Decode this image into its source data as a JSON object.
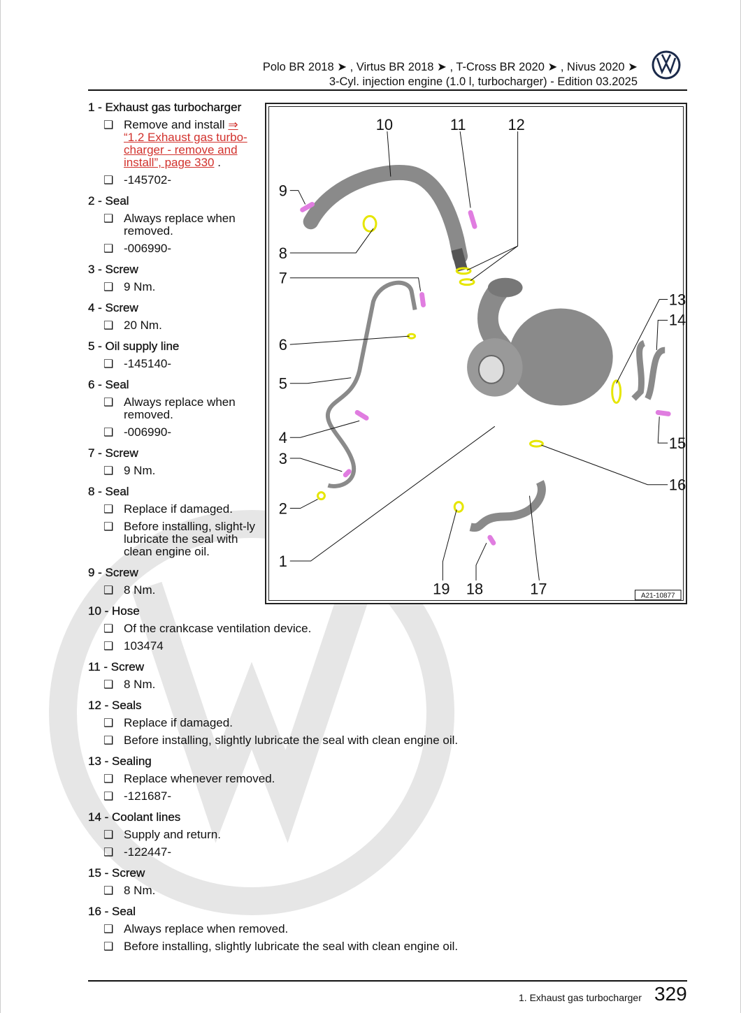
{
  "header": {
    "line1": "Polo BR 2018 ➤ , Virtus BR 2018 ➤ , T-Cross BR 2020 ➤ , Nivus 2020 ➤",
    "line2": "3-Cyl. injection engine (1.0 l, turbocharger) - Edition 03.2025",
    "logo_icon": "vw-logo-icon"
  },
  "items": [
    {
      "title": "1 - Exhaust gas turbocharger",
      "bullets": [
        {
          "text": "Remove and install ",
          "link": "⇒ “1.2 Exhaust gas turbo-charger - remove and install”, page 330",
          "suffix": " ."
        },
        {
          "text": "-145702-"
        }
      ]
    },
    {
      "title": "2 - Seal",
      "bullets": [
        {
          "text": "Always replace when removed."
        },
        {
          "text": "-006990-"
        }
      ]
    },
    {
      "title": "3 - Screw",
      "bullets": [
        {
          "text": "9 Nm."
        }
      ]
    },
    {
      "title": "4 - Screw",
      "bullets": [
        {
          "text": "20 Nm."
        }
      ]
    },
    {
      "title": "5 - Oil supply line",
      "bullets": [
        {
          "text": "-145140-"
        }
      ]
    },
    {
      "title": "6 - Seal",
      "bullets": [
        {
          "text": "Always replace when removed."
        },
        {
          "text": "-006990-"
        }
      ]
    },
    {
      "title": "7 - Screw",
      "bullets": [
        {
          "text": "9 Nm."
        }
      ]
    },
    {
      "title": "8 - Seal",
      "bullets": [
        {
          "text": "Replace if damaged."
        },
        {
          "text": "Before installing, slight-ly lubricate the seal with clean engine oil."
        }
      ]
    },
    {
      "title": "9 - Screw",
      "bullets": [
        {
          "text": "8 Nm."
        }
      ]
    },
    {
      "title": "10 - Hose",
      "bullets": [
        {
          "text": "Of the crankcase ventilation device."
        },
        {
          "text": "103474"
        }
      ]
    },
    {
      "title": "11 - Screw",
      "bullets": [
        {
          "text": "8 Nm."
        }
      ]
    },
    {
      "title": "12 - Seals",
      "bullets": [
        {
          "text": "Replace if damaged."
        },
        {
          "text": "Before installing, slightly lubricate the seal with clean engine oil."
        }
      ]
    },
    {
      "title": "13 - Sealing",
      "bullets": [
        {
          "text": "Replace whenever removed."
        },
        {
          "text": "-121687-"
        }
      ]
    },
    {
      "title": "14 - Coolant lines",
      "bullets": [
        {
          "text": "Supply and return."
        },
        {
          "text": "-122447-"
        }
      ]
    },
    {
      "title": "15 - Screw",
      "bullets": [
        {
          "text": "8 Nm."
        }
      ]
    },
    {
      "title": "16 - Seal",
      "bullets": [
        {
          "text": "Always replace when removed."
        },
        {
          "text": "Before installing, slightly lubricate the seal with clean engine oil."
        }
      ]
    }
  ],
  "figure": {
    "labels": [
      "1",
      "2",
      "3",
      "4",
      "5",
      "6",
      "7",
      "8",
      "9",
      "10",
      "11",
      "12",
      "13",
      "14",
      "15",
      "16",
      "17",
      "18",
      "19"
    ],
    "code": "A21-10877",
    "colors": {
      "part": "#8a8a8a",
      "seal": "#e6e600",
      "screw": "#e07de0"
    }
  },
  "footer": {
    "title": "1. Exhaust gas turbocharger",
    "page": "329"
  }
}
